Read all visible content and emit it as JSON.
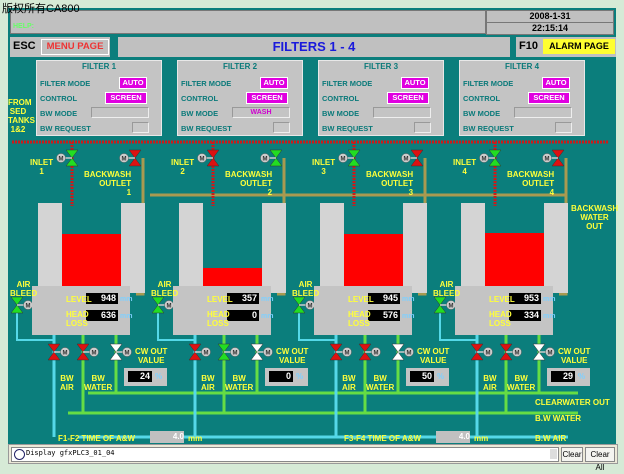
{
  "watermark": "版权所有CA800",
  "header": {
    "help_label": "HELP:",
    "date": "2008-1-31",
    "time": "22:15:14",
    "esc_key": "ESC",
    "menu_page": "MENU PAGE",
    "title": "FILTERS 1 - 4",
    "f10_key": "F10",
    "alarm_page": "ALARM PAGE"
  },
  "source_label": "FROM SED TANKS 1&2",
  "panel_labels": {
    "filter_mode": "FILTER MODE",
    "control": "CONTROL",
    "bw_mode": "BW MODE",
    "bw_request": "BW REQUEST"
  },
  "filters": [
    {
      "name": "FILTER 1",
      "filter_mode": "AUTO",
      "control": "SCREEN",
      "bw_mode": "",
      "inlet": "INLET\n1",
      "outlet": "BACKWASH\nOUTLET\n1",
      "level": "948",
      "head_loss": "636",
      "cw_out": "24",
      "valves": {
        "inlet": "open",
        "outlet": "closed",
        "air_bleed": "open",
        "bw_air": "closed",
        "bw_water": "closed",
        "cw_out": "partial"
      }
    },
    {
      "name": "FILTER 2",
      "filter_mode": "AUTO",
      "control": "SCREEN",
      "bw_mode": "WASH",
      "inlet": "INLET\n2",
      "outlet": "BACKWASH\nOUTLET\n2",
      "level": "357",
      "head_loss": "0",
      "cw_out": "0",
      "valves": {
        "inlet": "closed",
        "outlet": "open",
        "air_bleed": "open",
        "bw_air": "closed",
        "bw_water": "open",
        "cw_out": "partial"
      }
    },
    {
      "name": "FILTER 3",
      "filter_mode": "AUTO",
      "control": "SCREEN",
      "bw_mode": "",
      "inlet": "INLET\n3",
      "outlet": "BACKWASH\nOUTLET\n3",
      "level": "945",
      "head_loss": "576",
      "cw_out": "50",
      "valves": {
        "inlet": "open",
        "outlet": "closed",
        "air_bleed": "open",
        "bw_air": "closed",
        "bw_water": "closed",
        "cw_out": "partial"
      }
    },
    {
      "name": "FILTER 4",
      "filter_mode": "AUTO",
      "control": "SCREEN",
      "bw_mode": "",
      "inlet": "INLET\n4",
      "outlet": "BACKWASH\nOUTLET\n4",
      "level": "953",
      "head_loss": "334",
      "cw_out": "29",
      "valves": {
        "inlet": "open",
        "outlet": "closed",
        "air_bleed": "open",
        "bw_air": "closed",
        "bw_water": "closed",
        "cw_out": "partial"
      }
    }
  ],
  "labels": {
    "air_bleed": "AIR\nBLEED",
    "level": "LEVEL",
    "head_loss": "HEAD\nLOSS",
    "mm": "mm",
    "cw_out_value": "CW OUT\nVALUE",
    "percent": "%",
    "bw_air": "BW\nAIR",
    "bw_water": "BW\nWATER",
    "motor": "M"
  },
  "outlets": {
    "backwash_water_out": "BACKWASH\nWATER\nOUT",
    "clearwater_out": "CLEARWATER OUT",
    "bw_water": "B.W WATER",
    "bw_air": "B.W AIR"
  },
  "timers": [
    {
      "label": "F1-F2  TIME OF A&W",
      "value": "4.0",
      "unit": "mm"
    },
    {
      "label": "F3-F4  TIME OF A&W",
      "value": "4.0",
      "unit": "mm"
    }
  ],
  "statusbar": {
    "text": "Display gfxPLC3_01_04",
    "clear": "Clear",
    "clear_all": "Clear All"
  },
  "colors": {
    "open": "#22dd22",
    "closed": "#dd1111",
    "partial": "#ffffff",
    "teal": "#0b7e7c",
    "water_level": "#ff0000",
    "air_pipe": "#55d8e8",
    "water_pipe": "#66dd44",
    "inlet_pipe": "#cc1a1a",
    "outlet_pipe": "#a89a50"
  }
}
